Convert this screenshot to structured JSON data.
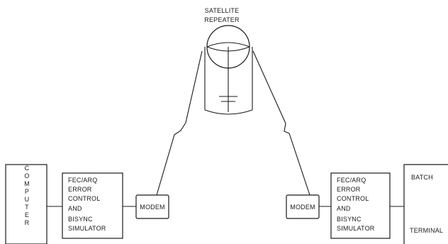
{
  "satellite": {
    "title_line1": "SATELLITE",
    "title_line2": "REPEATER"
  },
  "computer": {
    "letters": [
      "C",
      "O",
      "M",
      "P",
      "U",
      "T",
      "E",
      "R"
    ]
  },
  "fec_left": {
    "lines": [
      "FEC/ARQ",
      "ERROR",
      "CONTROL",
      "AND",
      "BISYNC",
      "SIMULATOR"
    ]
  },
  "modem_left": {
    "label": "MODEM"
  },
  "modem_right": {
    "label": "MODEM"
  },
  "fec_right": {
    "lines": [
      "FEC/ARQ",
      "ERROR",
      "CONTROL",
      "AND",
      "BISYNC",
      "SIMULATOR"
    ]
  },
  "terminal": {
    "line1": "BATCH",
    "line2": "TERMINAL"
  },
  "colors": {
    "ink": "#1a1a1a",
    "background": "#ffffff"
  }
}
